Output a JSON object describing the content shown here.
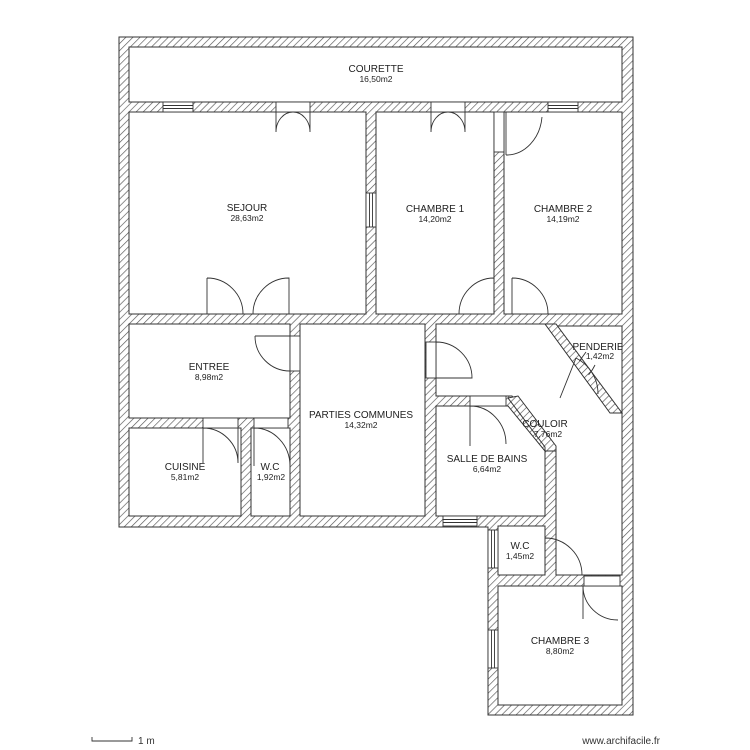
{
  "rooms": {
    "courette": {
      "name": "COURETTE",
      "area": "16,50m2"
    },
    "sejour": {
      "name": "SEJOUR",
      "area": "28,63m2"
    },
    "chambre1": {
      "name": "CHAMBRE 1",
      "area": "14,20m2"
    },
    "chambre2": {
      "name": "CHAMBRE 2",
      "area": "14,19m2"
    },
    "entree": {
      "name": "ENTREE",
      "area": "8,98m2"
    },
    "parties_communes": {
      "name": "PARTIES COMMUNES",
      "area": "14,32m2"
    },
    "penderie": {
      "name": "PENDERIE",
      "area": "1,42m2"
    },
    "couloir": {
      "name": "COULOIR",
      "area": "7,76m2"
    },
    "salle_de_bains": {
      "name": "SALLE DE BAINS",
      "area": "6,64m2"
    },
    "cuisine": {
      "name": "CUISINE",
      "area": "5,81m2"
    },
    "wc1": {
      "name": "W.C",
      "area": "1,92m2"
    },
    "wc2": {
      "name": "W.C",
      "area": "1,45m2"
    },
    "chambre3": {
      "name": "CHAMBRE 3",
      "area": "8,80m2"
    }
  },
  "scale_label": "1 m",
  "watermark": "www.archifacile.fr"
}
